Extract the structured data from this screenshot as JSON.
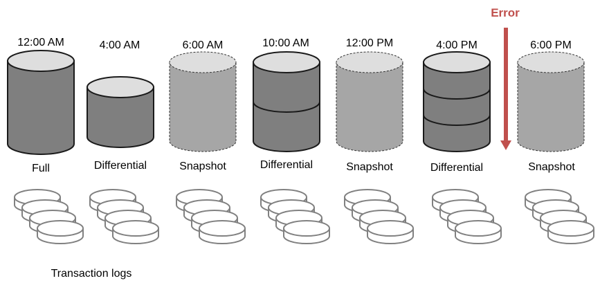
{
  "error_label": "Error",
  "error_color": "#c0504d",
  "colors": {
    "cylinder_side": "#7f7f7f",
    "cylinder_top": "#dedede",
    "snapshot_side": "#a6a6a6",
    "log_stroke": "#808080"
  },
  "backups": [
    {
      "time": "12:00 AM",
      "type": "Full",
      "style": "solid",
      "bands": 1,
      "size": "tall"
    },
    {
      "time": "4:00 AM",
      "type": "Differential",
      "style": "solid",
      "bands": 1,
      "size": "short"
    },
    {
      "time": "6:00 AM",
      "type": "Snapshot",
      "style": "dashed",
      "bands": 1,
      "size": "tall"
    },
    {
      "time": "10:00 AM",
      "type": "Differential",
      "style": "solid",
      "bands": 2,
      "size": "tall"
    },
    {
      "time": "12:00 PM",
      "type": "Snapshot",
      "style": "dashed",
      "bands": 1,
      "size": "tall"
    },
    {
      "time": "4:00 PM",
      "type": "Differential",
      "style": "solid",
      "bands": 3,
      "size": "tall"
    },
    {
      "time": "6:00 PM",
      "type": "Snapshot",
      "style": "dashed",
      "bands": 1,
      "size": "tall"
    }
  ],
  "footer_label": "Transaction logs"
}
